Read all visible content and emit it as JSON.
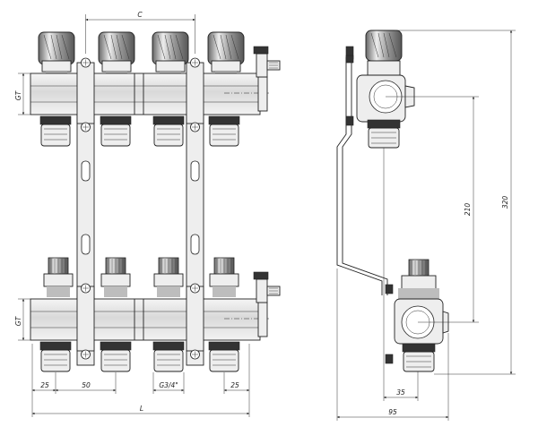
{
  "front_view": {
    "dimensions": {
      "top_spacing": "C",
      "top_pipe_height": "GT",
      "bottom_pipe_height": "GT",
      "edge_left": "25",
      "pitch": "50",
      "connection_thread": "G3/4\"",
      "edge_right": "25",
      "total_length": "L"
    }
  },
  "side_view": {
    "dimensions": {
      "overall_height": "320",
      "axis_distance": "210",
      "connection_offset": "35",
      "depth": "95"
    }
  }
}
